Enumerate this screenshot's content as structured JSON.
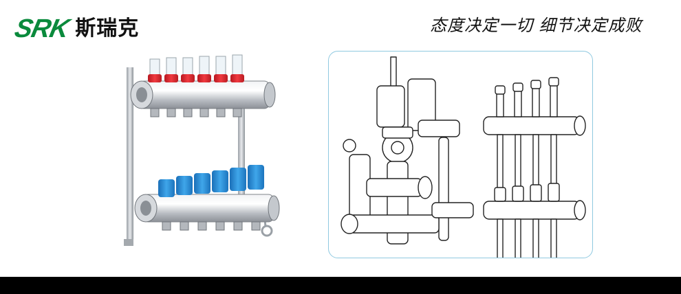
{
  "brand": {
    "logo_latin": "SRK",
    "logo_cn": "斯瑞克",
    "logo_color": "#0a8a3c"
  },
  "slogan": "态度决定一切 细节决定成败",
  "colors": {
    "steel": "#c9ccd1",
    "red_cap": "#e0262e",
    "blue_cap": "#2a8fd6",
    "frame_border": "#8fc9e0",
    "footer": "#000000"
  }
}
